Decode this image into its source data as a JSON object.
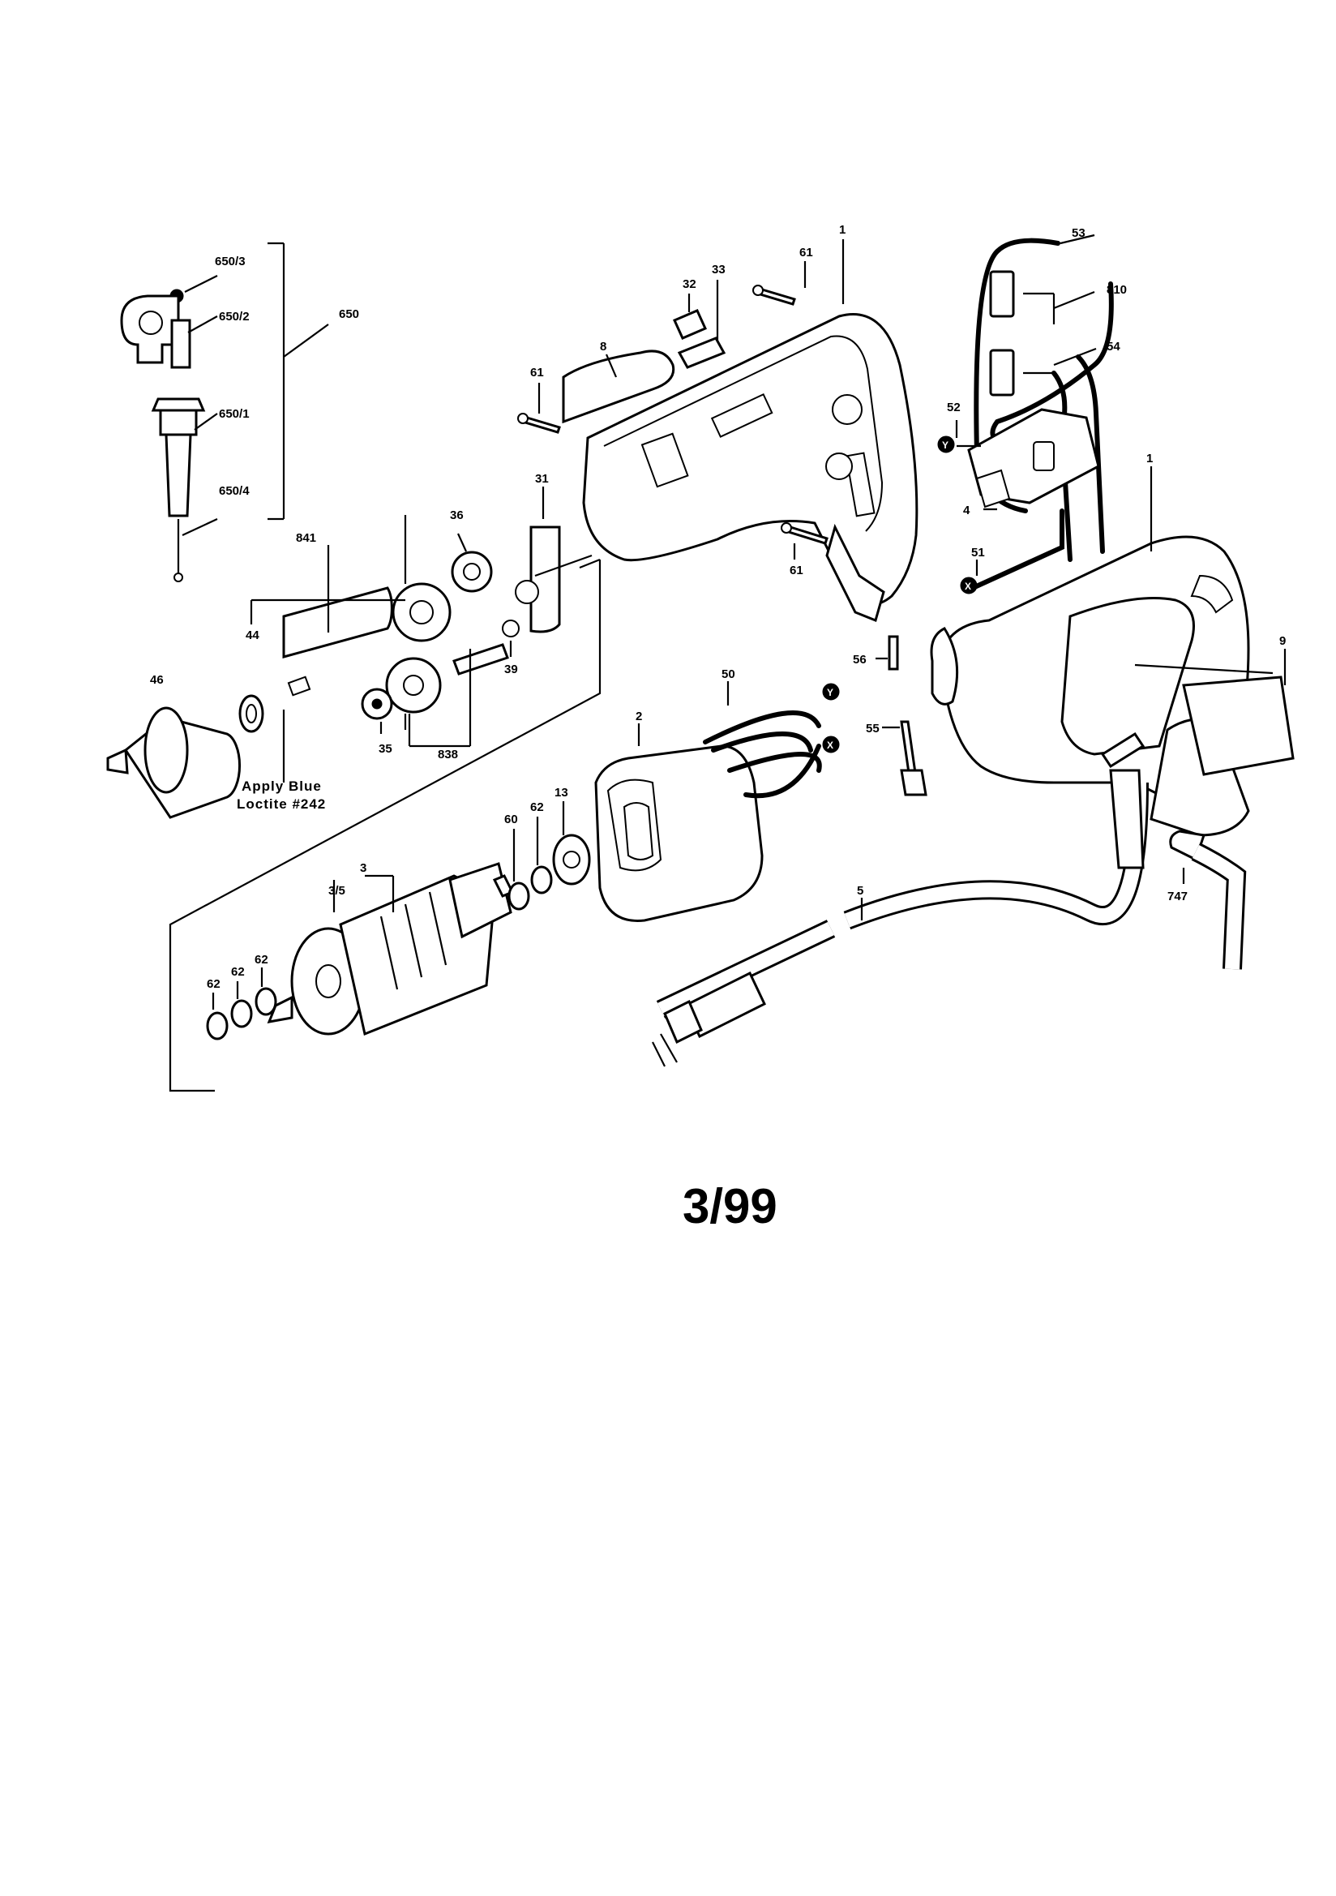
{
  "diagram": {
    "callouts": {
      "c650_3": "650/3",
      "c650_2": "650/2",
      "c650": "650",
      "c650_1": "650/1",
      "c650_4": "650/4",
      "c841": "841",
      "c36": "36",
      "c31": "31",
      "c44": "44",
      "c46": "46",
      "c35": "35",
      "c838": "838",
      "c39": "39",
      "c61_top": "61",
      "c61_left": "61",
      "c61_bottom": "61",
      "c8": "8",
      "c32": "32",
      "c33": "33",
      "c1_housing": "1",
      "c1_assembled": "1",
      "c53": "53",
      "c810": "810",
      "c54": "54",
      "c52": "52",
      "c4": "4",
      "c51": "51",
      "c9": "9",
      "c56": "56",
      "c55": "55",
      "c50": "50",
      "c2": "2",
      "c13": "13",
      "c60": "60",
      "c62_a": "62",
      "c3": "3",
      "c3_5": "3/5",
      "c62_b": "62",
      "c62_c": "62",
      "c62_d": "62",
      "c5": "5",
      "c747": "747",
      "wire_y_1": "Y",
      "wire_x_1": "X",
      "wire_y_2": "Y",
      "wire_x_2": "X"
    },
    "note_line1": "Apply Blue",
    "note_line2": "Loctite #242"
  },
  "footer": {
    "revision": "3/99"
  }
}
